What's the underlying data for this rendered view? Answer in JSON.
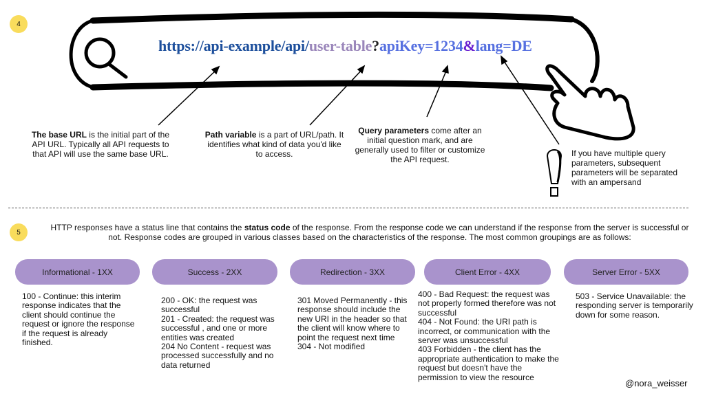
{
  "section4": {
    "badge": "4",
    "url": {
      "base": "https://api-example/api/",
      "path": "user-table",
      "question": "?",
      "param1": "apiKey=1234",
      "amp": "&",
      "param2": "lang=DE"
    },
    "notes": {
      "base_bold": "The base URL",
      "base_rest": " is the initial part of the API URL. Typically all API requests to that API will use the same base URL.",
      "path_bold": "Path variable",
      "path_rest": " is a part of URL/path. It identifies what kind of data you'd like to access.",
      "query_bold": "Query parameters",
      "query_rest": " come after an initial question mark, and are generally used to filter or customize the API request.",
      "amp_note": "If you have multiple query parameters, subsequent parameters will be separated with an ampersand"
    }
  },
  "section5": {
    "badge": "5",
    "intro_pre": "HTTP responses have a status line that contains the ",
    "intro_bold": "status code",
    "intro_post": " of the response. From the response code we can understand if the response from the server is successful or not. Response codes are grouped in various classes based on the characteristics of the response. The most common groupings are as follows:",
    "groups": [
      {
        "label": "Informational - 1XX",
        "desc": "100 - Continue: this interim response indicates that the client should continue the request or ignore the response if the request is already finished."
      },
      {
        "label": "Success - 2XX",
        "desc": "200 - OK: the request was successful\n201 - Created: the request was successful , and one or more entities was created\n204 No Content - request was processed successfully and no data returned"
      },
      {
        "label": "Redirection - 3XX",
        "desc": "301 Moved Permanently - this response should include the new URI in the header so that the client will know where to point the request next time\n304 - Not modified"
      },
      {
        "label": "Client Error - 4XX",
        "desc": "400 - Bad Request: the request was not properly formed therefore was not successful\n404 - Not Found: the URI path is incorrect, or communication with the server was unsuccessful\n403 Forbidden - the client has the appropriate authentication to make the request but doesn't have the permission to view the resource"
      },
      {
        "label": "Server Error - 5XX",
        "desc": "503 - Service Unavailable: the responding server is temporarily down for some reason."
      }
    ]
  },
  "signature": "@nora_weisser",
  "colors": {
    "badge": "#f9dc5c",
    "pill": "#a993cc",
    "base": "#1d4f9c",
    "path": "#9a86ba",
    "param": "#5670e0",
    "amp": "#6a1fd0"
  }
}
